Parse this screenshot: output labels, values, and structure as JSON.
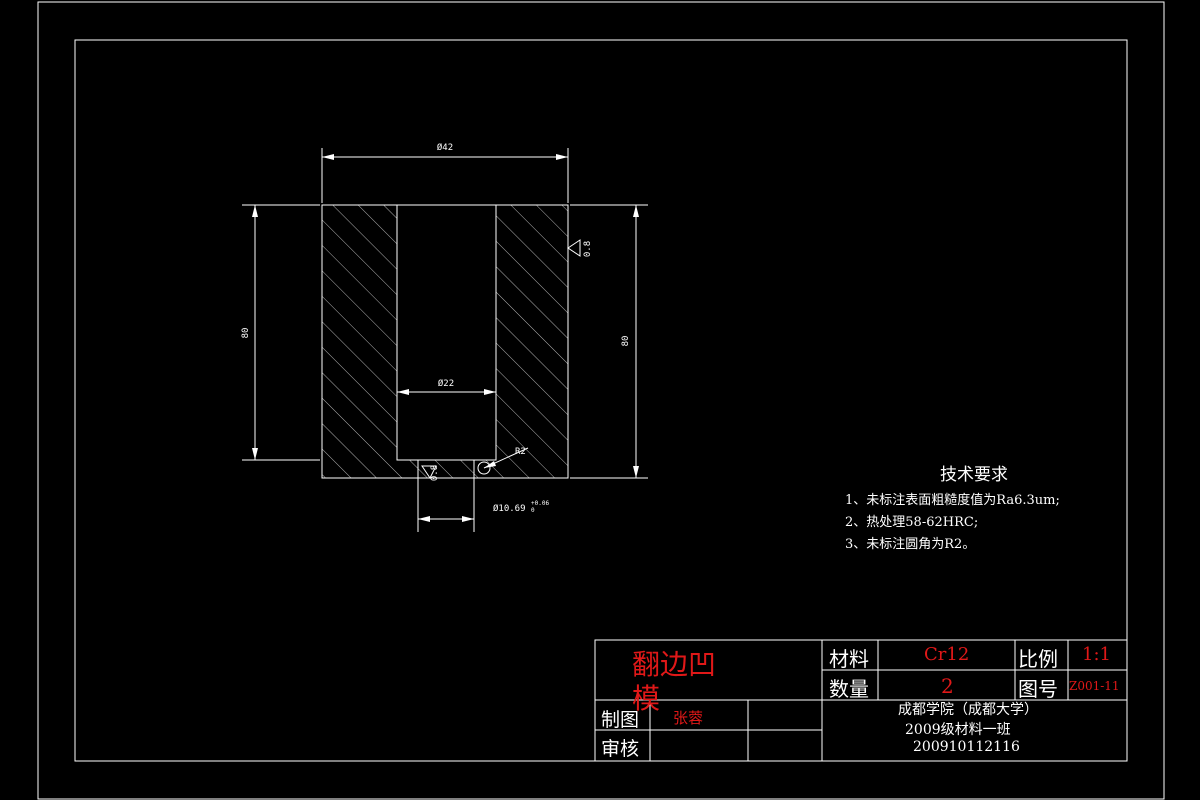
{
  "drawing": {
    "dimensions": {
      "top_width": "Ø42",
      "left_height": "80",
      "right_height": "80",
      "bore_width": "Ø22",
      "radius": "R2",
      "hole_dia": "Ø10.69",
      "hole_tol_upper": "+0.06",
      "hole_tol_lower": "0",
      "roughness_right": "0.8",
      "roughness_bottom": "0.8"
    }
  },
  "tech_requirements": {
    "title": "技术要求",
    "items": [
      "1、未标注表面粗糙度值为Ra6.3um;",
      "2、热处理58-62HRC;",
      "3、未标注圆角为R2。"
    ]
  },
  "title_block": {
    "part_name": "翻边凹模",
    "material_label": "材料",
    "material_value": "Cr12",
    "scale_label": "比例",
    "scale_value": "1:1",
    "quantity_label": "数量",
    "quantity_value": "2",
    "drawing_no_label": "图号",
    "drawing_no_value": "Z001-11",
    "drawn_by_label": "制图",
    "drawn_by_value": "张蓉",
    "reviewed_label": "审核",
    "school": "成都学院（成都大学）",
    "class": "2009级材料一班",
    "student_id": "200910112116"
  }
}
